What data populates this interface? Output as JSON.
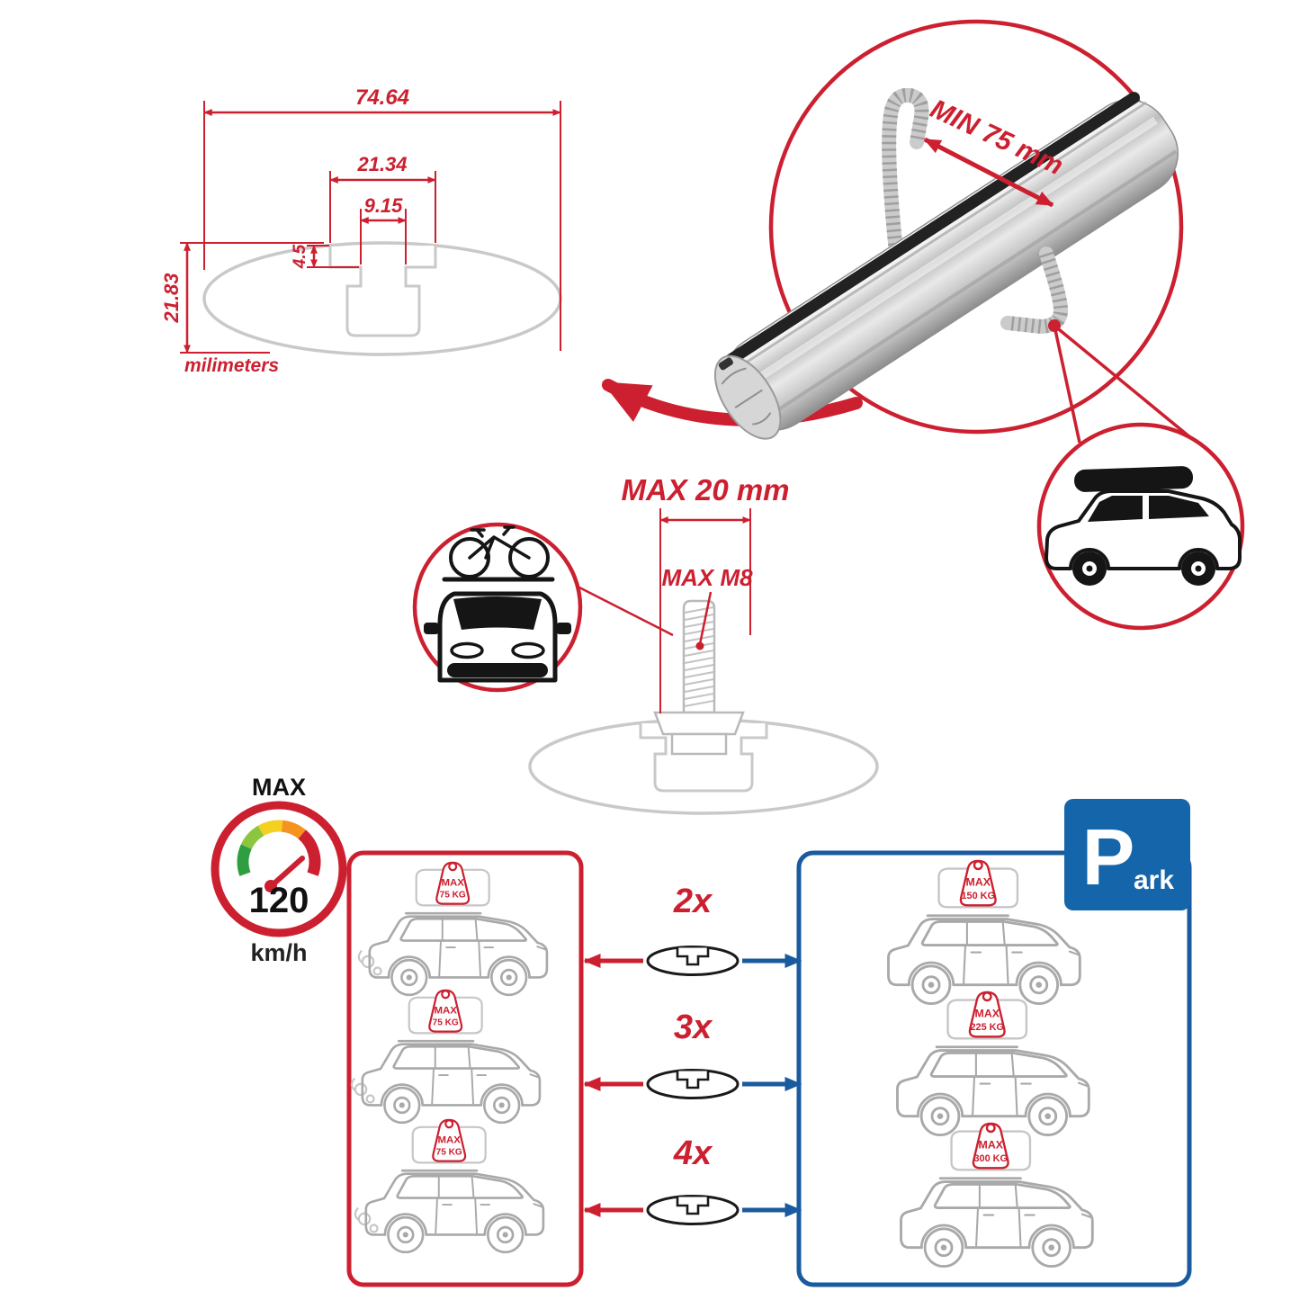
{
  "colors": {
    "red": "#cc2030",
    "blue": "#1a5a9e",
    "parking_blue": "#1565ab",
    "profile_gray": "#c9c9c9",
    "car_gray": "#a9a9a9",
    "ink": "#151515",
    "gauge_green": "#2f9e41",
    "gauge_lime": "#8cc63e",
    "gauge_yellow": "#f5d021",
    "gauge_orange": "#f6921e"
  },
  "cross_section": {
    "width_overall": "74.64",
    "channel_opening": "21.34",
    "inner_slot": "9.15",
    "lip_depth": "4.5",
    "profile_height": "21.83",
    "units_label": "milimeters"
  },
  "clamp_detail": {
    "min_grip_label": "MIN 75 mm"
  },
  "bolt_detail": {
    "max_protrusion_label": "MAX 20 mm",
    "max_thread_label": "MAX M8"
  },
  "speed_limit": {
    "title": "MAX",
    "value": "120",
    "unit": "km/h"
  },
  "parking_sign": {
    "letter": "P",
    "suffix": "ark"
  },
  "capacity": {
    "rows": [
      {
        "multiplier": "2x",
        "driving": {
          "label": "MAX",
          "value": "75 KG"
        },
        "parked": {
          "label": "MAX",
          "value": "150 KG"
        }
      },
      {
        "multiplier": "3x",
        "driving": {
          "label": "MAX",
          "value": "75 KG"
        },
        "parked": {
          "label": "MAX",
          "value": "225 KG"
        }
      },
      {
        "multiplier": "4x",
        "driving": {
          "label": "MAX",
          "value": "75 KG"
        },
        "parked": {
          "label": "MAX",
          "value": "300 KG"
        }
      }
    ]
  },
  "icons": {
    "speedometer-icon": "color arc gauge with red needle",
    "parking-sign-icon": "blue square with white P",
    "suv-car-icon": "gray SUV side outline",
    "roof-cargo-icon": "roof bag with red load tag",
    "crossbar-profile-icon": "oval cross-section with T-slot",
    "bicycle-roof-car-icon": "black car front with bicycle on roof",
    "roofbox-suv-icon": "black SUV side with roof box",
    "exhaust-swirl-icon": "gray motion swirls"
  }
}
